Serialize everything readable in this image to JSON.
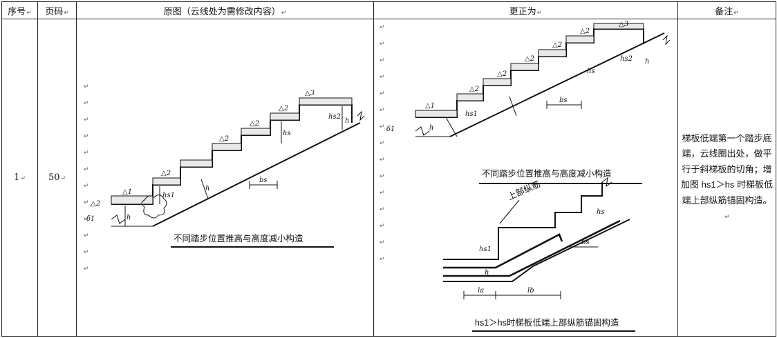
{
  "table": {
    "headers": {
      "index": "序号",
      "page": "页码",
      "original": "原图（云线处为需修改内容）",
      "corrected": "更正为",
      "remark": "备注"
    },
    "edit_mark": "↵",
    "row": {
      "index": "1",
      "page": "50",
      "remark": "梯板低端第一个踏步底端，云线圈出处，做平行于斜梯板的切角；增加图 hs1＞hs 时梯板低端上部纵筋锚固构造。"
    }
  },
  "original_figure": {
    "caption": "不同踏步位置推高与高度减小构造",
    "labels": {
      "step_rise": "h",
      "first_rise": "hs1",
      "rise_s": "hs",
      "last_rise": "hs2",
      "tread": "bs",
      "slab": "h",
      "delta1": "δ1",
      "delta2": "△2",
      "delta3": "△3",
      "d1": "△1"
    }
  },
  "corrected_figure_1": {
    "caption": "不同踏步位置推高与高度减小构造"
  },
  "corrected_figure_2": {
    "caption": "hs1＞hs时梯板低端上部纵筋锚固构造",
    "rebar_label": "上部纵筋",
    "labels": {
      "la": "la",
      "lb": "lb",
      "bs": "bs",
      "hs1": "hs1",
      "hs": "hs",
      "h": "h"
    }
  }
}
